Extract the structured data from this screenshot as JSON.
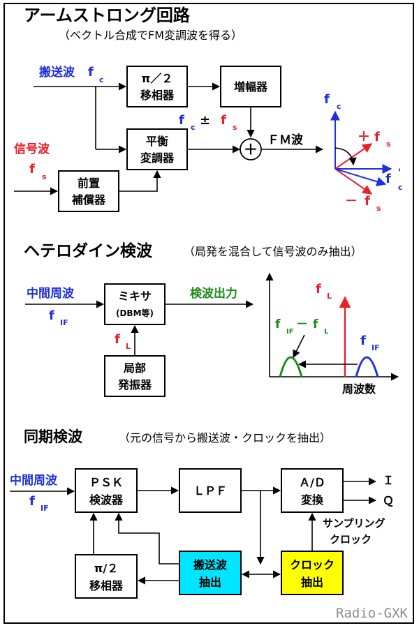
{
  "colors": {
    "blue": "#1f2fe0",
    "red": "#e8202a",
    "green": "#1a8a1a",
    "cyan": "#00e5ff",
    "yellow": "#ffff00",
    "gray": "#8c8c8c"
  },
  "sections": {
    "armstrong": {
      "title": "アームストロング回路",
      "subtitle": "（ベクトル合成でFM変調波を得る）",
      "carrier_label": "搬送波",
      "f": "f",
      "sub_c": "c",
      "sub_s": "s",
      "signal_label": "信号波",
      "phase_box": [
        "π／２",
        "移相器"
      ],
      "amp_box": "増幅器",
      "balanced_box": [
        "平衡",
        "変調器"
      ],
      "pre_box": [
        "前置",
        "補償器"
      ],
      "pm": "±",
      "sum_symbol": "＋",
      "fm_out": "ＦＭ波",
      "vec_plus": "＋",
      "vec_minus": "－",
      "prime": "'"
    },
    "heterodyne": {
      "title": "ヘテロダイン検波",
      "subtitle": "（局発を混合して信号波のみ抽出）",
      "if_label": "中間周波",
      "f": "f",
      "sub_if": "IF",
      "sub_l": "L",
      "mixer_box": [
        "ミキサ",
        "(DBM等)"
      ],
      "out_label": "検波出力",
      "lo_box": [
        "局部",
        "発振器"
      ],
      "diff_dash": "－",
      "freq_axis": "周波数"
    },
    "sync": {
      "title": "同期検波",
      "subtitle": "（元の信号から搬送波・クロックを抽出）",
      "if_label": "中間周波",
      "f": "f",
      "sub_if": "IF",
      "psk_box": [
        "ＰＳＫ",
        "検波器"
      ],
      "lpf_box": "ＬＰＦ",
      "ad_box": [
        "Ａ/Ｄ",
        "変換"
      ],
      "out_i": "Ｉ",
      "out_q": "Ｑ",
      "sampling": [
        "サンプリング",
        "クロック"
      ],
      "phase_box": [
        "π/２",
        "移相器"
      ],
      "carrier_box": [
        "搬送波",
        "抽出"
      ],
      "clock_box": [
        "クロック",
        "抽出"
      ]
    }
  },
  "watermark": "Radio-GXK"
}
